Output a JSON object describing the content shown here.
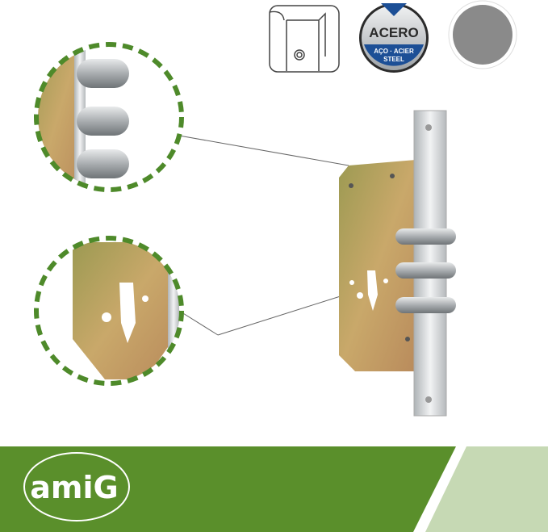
{
  "badges": {
    "material_main": "ACERO",
    "material_line1": "AÇO · ACIER",
    "material_line2": "STEEL"
  },
  "brand": {
    "logo_text": "amiG"
  },
  "colors": {
    "green": "#5a8f2b",
    "light_green": "#c6d9b4",
    "gold": "#b9a35a",
    "steel": "#cfd2d4",
    "dash": "#4e8a2a"
  }
}
